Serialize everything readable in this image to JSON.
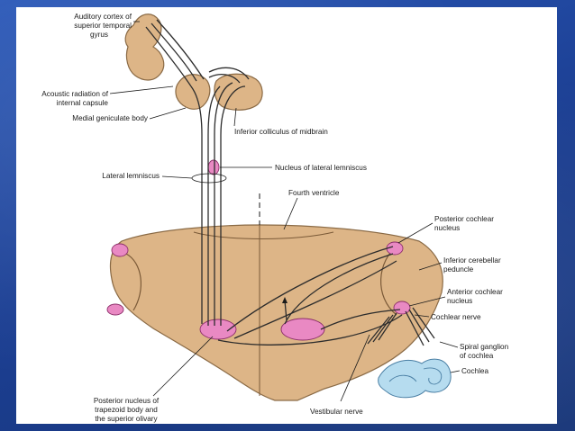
{
  "colors": {
    "tissue": "#ddb587",
    "tissue_edge": "#8a6a45",
    "nucleus": "#e989c3",
    "nucleus_edge": "#8c2f6a",
    "cochlea": "#b6dcef",
    "background": "#1f3f8f"
  },
  "labels": {
    "auditory_cortex_1": "Auditory cortex of",
    "auditory_cortex_2": "superior temporal",
    "auditory_cortex_3": "gyrus",
    "acoustic_radiation_1": "Acoustic radiation of",
    "acoustic_radiation_2": "internal capsule",
    "medial_geniculate": "Medial geniculate body",
    "inferior_colliculus": "Inferior colliculus of midbrain",
    "lateral_lemniscus": "Lateral lemniscus",
    "nucleus_lateral_lemniscus": "Nucleus of lateral lemniscus",
    "fourth_ventricle": "Fourth ventricle",
    "posterior_cochlear_1": "Posterior cochlear",
    "posterior_cochlear_2": "nucleus",
    "inferior_cerebellar_1": "Inferior cerebellar",
    "inferior_cerebellar_2": "peduncle",
    "anterior_cochlear_1": "Anterior cochlear",
    "anterior_cochlear_2": "nucleus",
    "cochlear_nerve": "Cochlear nerve",
    "spiral_ganglion_1": "Spiral ganglion",
    "spiral_ganglion_2": "of cochlea",
    "cochlea": "Cochlea",
    "vestibular_nerve": "Vestibular nerve",
    "trapezoid_1": "Posterior nucleus of",
    "trapezoid_2": "trapezoid body and",
    "trapezoid_3": "the superior olivary"
  }
}
